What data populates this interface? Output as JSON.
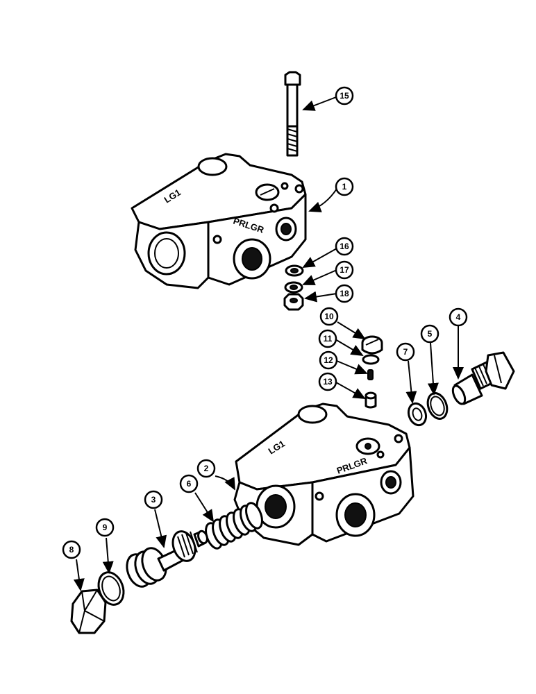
{
  "callouts": [
    "15",
    "1",
    "16",
    "17",
    "18",
    "10",
    "11",
    "12",
    "13",
    "7",
    "5",
    "4",
    "2",
    "3",
    "6",
    "8",
    "9"
  ],
  "casting_marks": {
    "upper_brand": "PRLGR",
    "upper_side": "LG1",
    "lower_brand": "PRLGR",
    "lower_side": "LG1"
  }
}
